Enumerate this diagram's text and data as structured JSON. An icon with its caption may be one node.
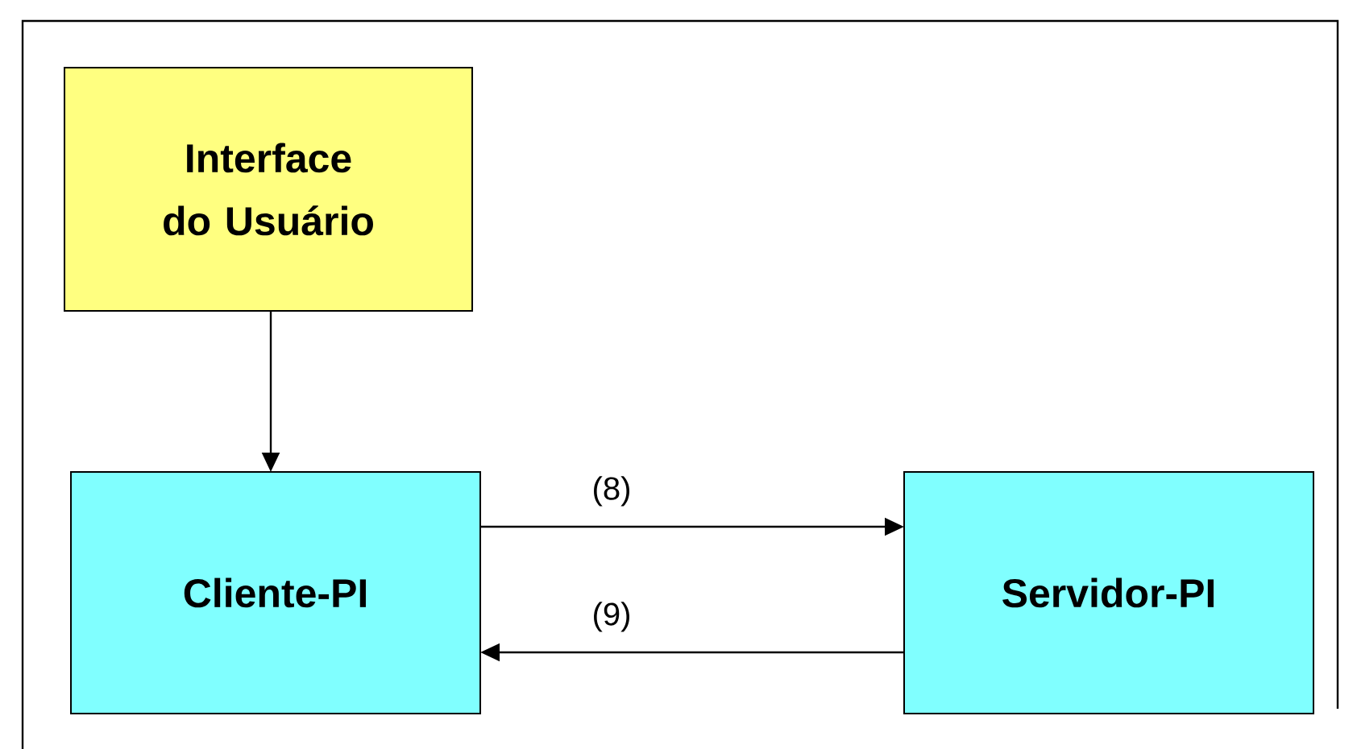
{
  "diagram": {
    "nodes": [
      {
        "text": [
          "Interface do Usuário"
        ]
      },
      {
        "text": [
          "Cliente-PI"
        ]
      },
      {
        "text": [
          "Servidor-PI"
        ]
      }
    ],
    "edges": [
      {
        "from": 0,
        "to": 1,
        "arrow": "to"
      },
      {
        "from": 1,
        "to": 2,
        "arrow": "to",
        "label": "(8)"
      },
      {
        "from": 2,
        "to": 1,
        "arrow": "to",
        "label": "(9)"
      }
    ]
  }
}
